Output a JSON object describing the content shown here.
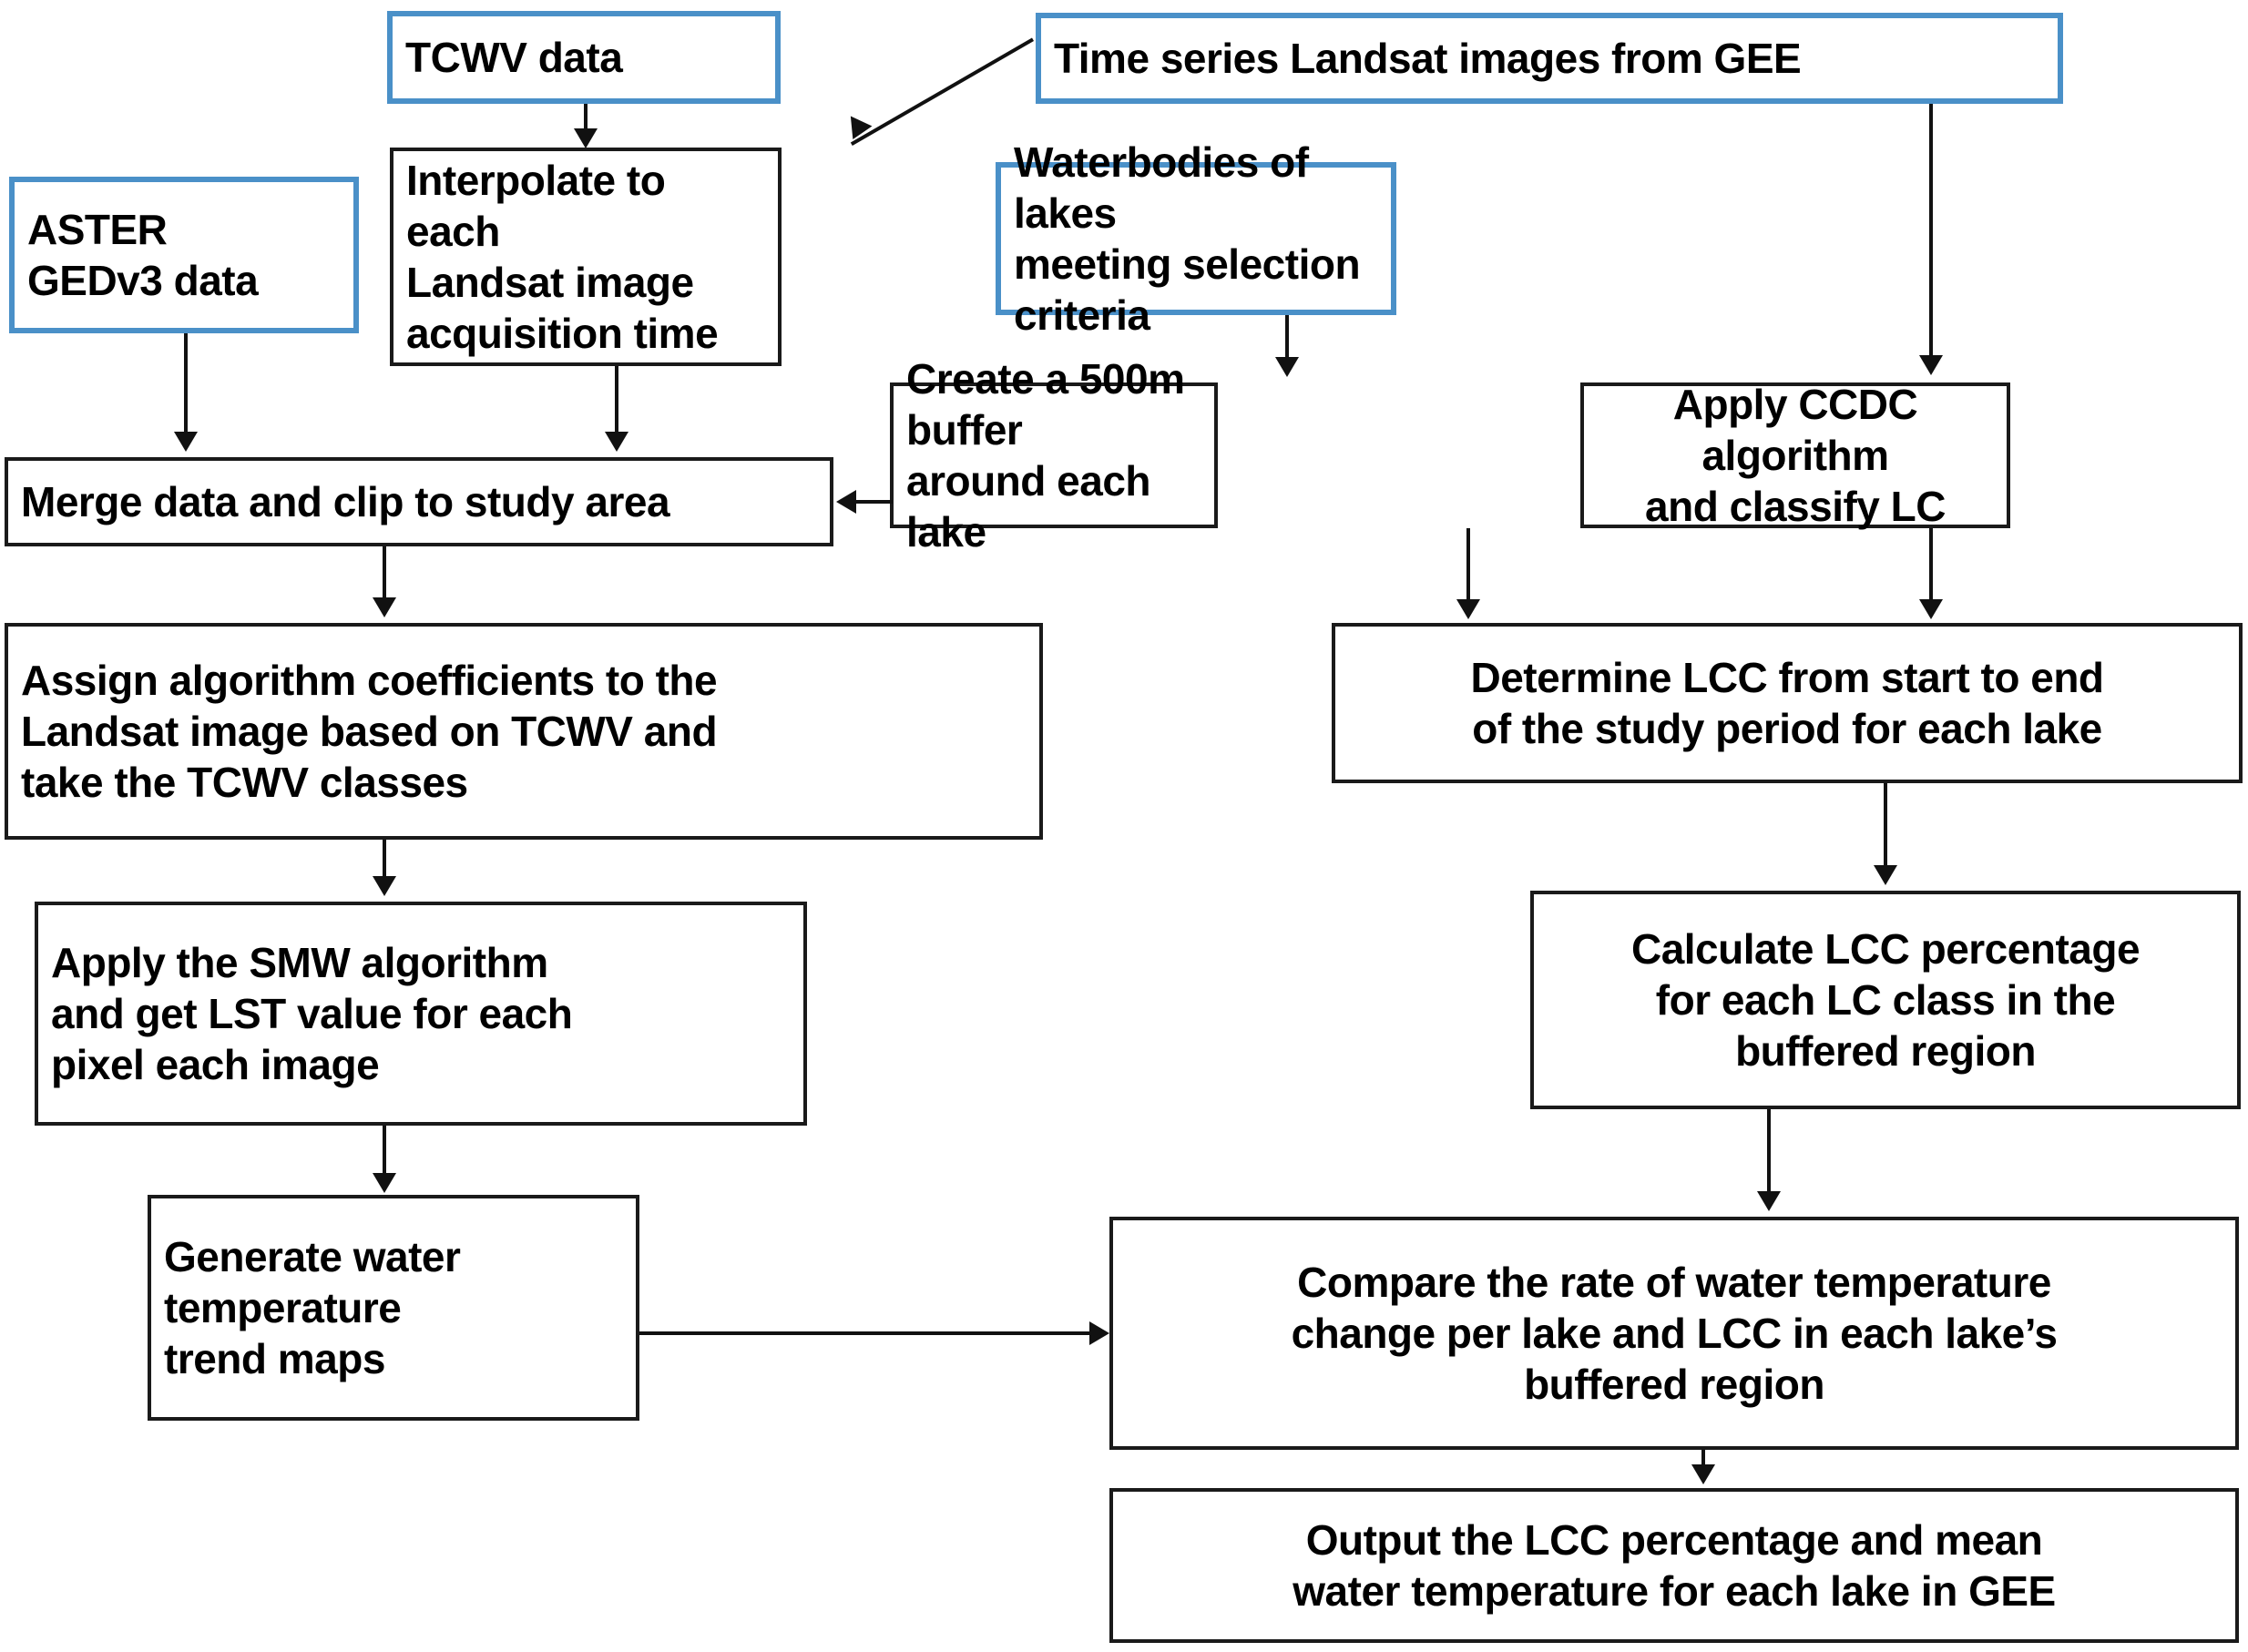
{
  "diagram": {
    "title": "Lake water temperature and land cover change processing workflow",
    "colors": {
      "input_box_border": "#4a90c8",
      "process_box_border": "#1a1a1a",
      "connector": "#111111",
      "background": "#ffffff",
      "text": "#000000"
    },
    "nodes": [
      {
        "id": "tcwv_data",
        "label": "TCWV data",
        "type": "input"
      },
      {
        "id": "time_series",
        "label": "Time series Landsat images from GEE",
        "type": "input"
      },
      {
        "id": "aster",
        "label": "ASTER\nGEDv3 data",
        "type": "input"
      },
      {
        "id": "interpolate",
        "label": "Interpolate to each\nLandsat image\nacquisition time",
        "type": "process"
      },
      {
        "id": "waterbodies",
        "label": "Waterbodies of lakes\nmeeting selection criteria",
        "type": "input"
      },
      {
        "id": "buffer",
        "label": "Create a 500m buffer\naround each lake",
        "type": "process"
      },
      {
        "id": "ccdc",
        "label": "Apply CCDC algorithm\nand classify LC",
        "type": "process"
      },
      {
        "id": "merge",
        "label": "Merge data and clip to study area",
        "type": "process"
      },
      {
        "id": "assign",
        "label": "Assign algorithm coefficients to the\nLandsat image based on TCWV and\ntake the TCWV classes",
        "type": "process"
      },
      {
        "id": "determine_lcc",
        "label": "Determine LCC from start to end\nof the study period for each lake",
        "type": "process"
      },
      {
        "id": "smw",
        "label": "Apply the SMW algorithm\nand get LST value for each\npixel each image",
        "type": "process"
      },
      {
        "id": "calc_lcc",
        "label": "Calculate LCC percentage\nfor each LC class in the\nbuffered region",
        "type": "process"
      },
      {
        "id": "trend_maps",
        "label": "Generate water\ntemperature\ntrend maps",
        "type": "process"
      },
      {
        "id": "compare",
        "label": "Compare the rate of water temperature\nchange per lake and LCC in each lake’s\nbuffered region",
        "type": "process"
      },
      {
        "id": "output",
        "label": "Output the LCC percentage and mean\nwater temperature for each lake in GEE",
        "type": "process"
      }
    ],
    "edges": [
      {
        "from": "tcwv_data",
        "to": "interpolate",
        "style": "straight-down"
      },
      {
        "from": "time_series",
        "to": "interpolate",
        "style": "diagonal"
      },
      {
        "from": "time_series",
        "to": "ccdc",
        "style": "straight-down"
      },
      {
        "from": "aster",
        "to": "merge",
        "style": "straight-down"
      },
      {
        "from": "interpolate",
        "to": "merge",
        "style": "straight-down"
      },
      {
        "from": "waterbodies",
        "to": "buffer",
        "style": "straight-down"
      },
      {
        "from": "buffer",
        "to": "merge",
        "style": "elbow-left"
      },
      {
        "from": "buffer",
        "to": "determine_lcc",
        "style": "straight-down"
      },
      {
        "from": "ccdc",
        "to": "determine_lcc",
        "style": "straight-down"
      },
      {
        "from": "merge",
        "to": "assign",
        "style": "straight-down"
      },
      {
        "from": "assign",
        "to": "smw",
        "style": "straight-down"
      },
      {
        "from": "smw",
        "to": "trend_maps",
        "style": "straight-down"
      },
      {
        "from": "determine_lcc",
        "to": "calc_lcc",
        "style": "straight-down"
      },
      {
        "from": "calc_lcc",
        "to": "compare",
        "style": "straight-down"
      },
      {
        "from": "trend_maps",
        "to": "compare",
        "style": "elbow-right"
      },
      {
        "from": "compare",
        "to": "output",
        "style": "straight-down"
      }
    ]
  }
}
